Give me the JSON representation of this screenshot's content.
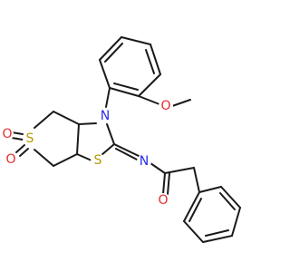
{
  "atoms": [
    {
      "id": "n_ring",
      "label": "N",
      "color": "#2a2ae6"
    },
    {
      "id": "n_imine",
      "label": "N",
      "color": "#2a2ae6"
    },
    {
      "id": "s_sulfone",
      "label": "S",
      "color": "#b59a00"
    },
    {
      "id": "o_sulf_1",
      "label": "O",
      "color": "#e62a2a"
    },
    {
      "id": "o_sulf_2",
      "label": "O",
      "color": "#e62a2a"
    },
    {
      "id": "s_ring",
      "label": "S",
      "color": "#b59a00"
    },
    {
      "id": "o_methoxy",
      "label": "O",
      "color": "#e62a2a"
    },
    {
      "id": "o_carbonyl",
      "label": "O",
      "color": "#e62a2a"
    }
  ]
}
